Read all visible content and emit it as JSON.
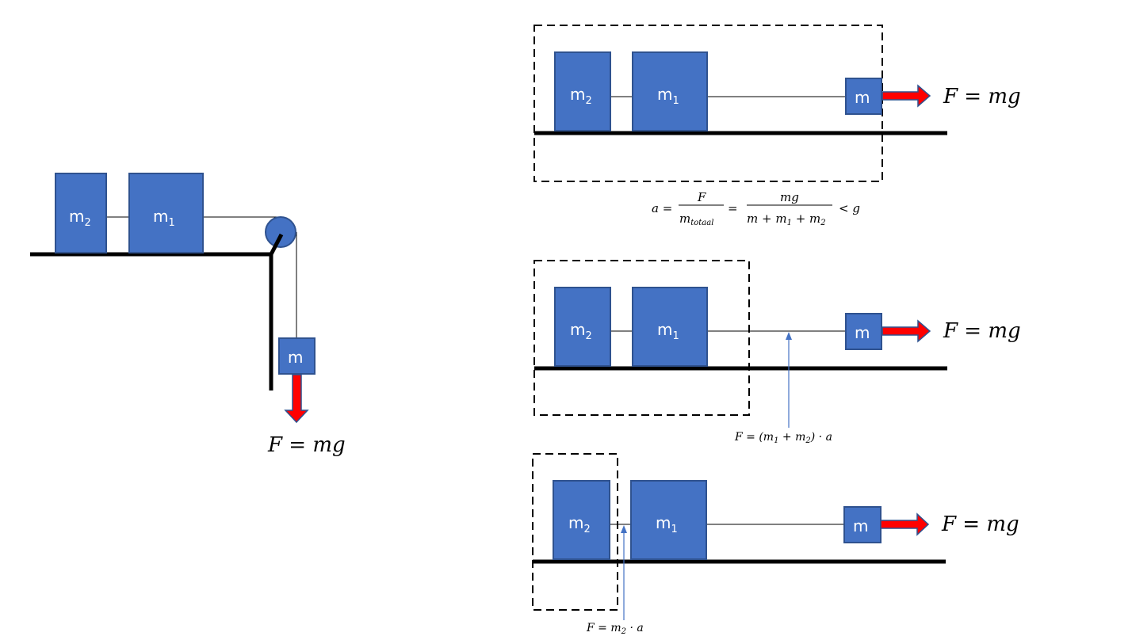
{
  "labels": {
    "mass_hanging": "m",
    "mass_1": "m",
    "mass_1_sub": "1",
    "mass_2": "m",
    "mass_2_sub": "2"
  },
  "left_diagram": {
    "force_label": "F = mg"
  },
  "panel_top": {
    "force_label": "F = mg",
    "equation": {
      "lhs": "a =",
      "frac1_num": "F",
      "frac1_den": "m",
      "frac1_den_sub": "totaal",
      "eq": "=",
      "frac2_num": "mg",
      "frac2_den": "m + m",
      "frac2_den_sub1": "1",
      "frac2_den_mid": " + m",
      "frac2_den_sub2": "2",
      "tail": "< g"
    }
  },
  "panel_middle": {
    "force_label": "F = mg",
    "tension_label_prefix": "F = (m",
    "tension_sub1": "1",
    "tension_mid": " + m",
    "tension_sub2": "2",
    "tension_suffix": ") · a"
  },
  "panel_bottom": {
    "force_label": "F = mg",
    "tension_label_prefix": "F = m",
    "tension_sub": "2",
    "tension_suffix": " · a"
  },
  "colors": {
    "block_fill": "#4472c4",
    "block_stroke": "#2f528f",
    "force_arrow": "#ff0000"
  }
}
